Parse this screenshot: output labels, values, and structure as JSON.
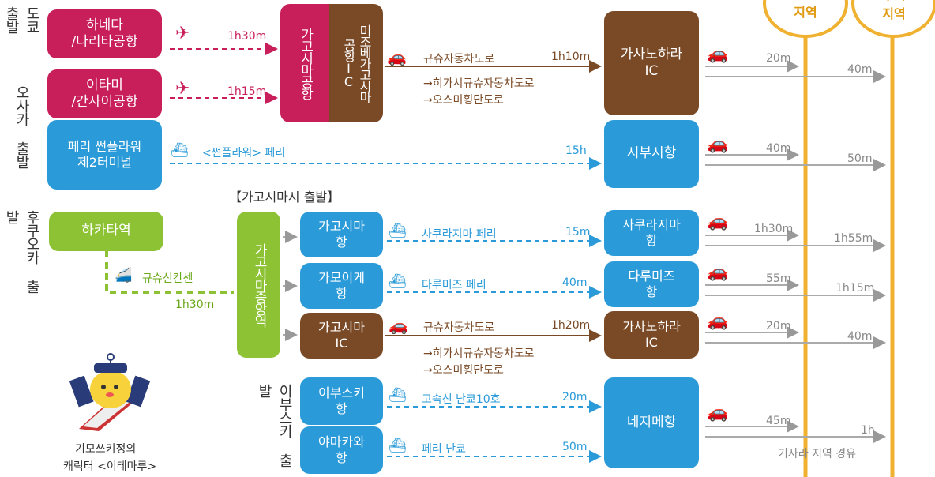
{
  "origins": {
    "tokyo": "도쿄 출발",
    "osaka": "오사카 출발",
    "fukuoka": "후쿠오카 출발",
    "ibusuki": "이부스키 출발"
  },
  "row1": {
    "from": "하네다\n/나리타공항",
    "time": "1h30m"
  },
  "row2": {
    "from": "이타미\n/간사이공항",
    "time": "1h15m"
  },
  "kagoshima_airport": "가고시마공항",
  "mizobe_ic": "미조베가고시마\n공항IC",
  "highway_a": {
    "label": "규슈자동차도로",
    "time": "1h10m",
    "via1": "→히가시규슈자동차도로",
    "via2": "→오스미횡단도로"
  },
  "kanoya_ic_1": "가사노하라\nIC",
  "car_1": {
    "t1": "20m",
    "t2": "40m"
  },
  "ferry_terminal": "페리 썬플라워\n제2터미널",
  "ferry_sunflower": {
    "label": "<썬플라워> 페리",
    "time": "15h"
  },
  "shibushi": "시부시항",
  "car_2": {
    "t1": "40m",
    "t2": "50m"
  },
  "kagoshima_city_header": "【가고시마시 출발】",
  "hakata": "하카타역",
  "shinkansen": {
    "label": "규슈신칸센",
    "time": "1h30m"
  },
  "chuo_station": "가고시마중앙역",
  "kagoshima_port": "가고시마\n항",
  "ferry_sakurajima": {
    "label": "사쿠라지마 페리",
    "time": "15m"
  },
  "sakurajima_port": "사쿠라지마\n항",
  "car_3": {
    "t1": "1h30m",
    "t2": "1h55m"
  },
  "kamoike_port": "가모이케\n항",
  "ferry_tarumizu": {
    "label": "다루미즈 페리",
    "time": "40m"
  },
  "tarumizu_port": "다루미즈\n항",
  "car_4": {
    "t1": "55m",
    "t2": "1h15m"
  },
  "kagoshima_ic": "가고시마\nIC",
  "highway_b": {
    "label": "규슈자동차도로",
    "time": "1h20m",
    "via1": "→히가시규슈자동차도로",
    "via2": "→오스미횡단도로"
  },
  "kanoya_ic_2": "가사노하라\nIC",
  "car_5": {
    "t1": "20m",
    "t2": "40m"
  },
  "ibusuki_port": "이부스키\n항",
  "ferry_hispeed": {
    "label": "고속선 난쿄10호",
    "time": "20m"
  },
  "yamakawa_port": "야마카와\n항",
  "ferry_nankyo": {
    "label": "페리 난쿄",
    "time": "50m"
  },
  "nejime": "네지메항",
  "car_6": {
    "t1": "45m",
    "t2": "1h",
    "note": "기사라 지역 경유"
  },
  "area_left": "...\n지역",
  "area_right": "우치\n지역",
  "mascot": {
    "line1": "기모쓰키정의",
    "line2": "캐릭터 <이테마루>"
  },
  "colors": {
    "pink": "#c81e5a",
    "blue": "#2a9ad8",
    "brown": "#7a4a26",
    "green": "#8cc234",
    "gold": "#f0b030"
  }
}
